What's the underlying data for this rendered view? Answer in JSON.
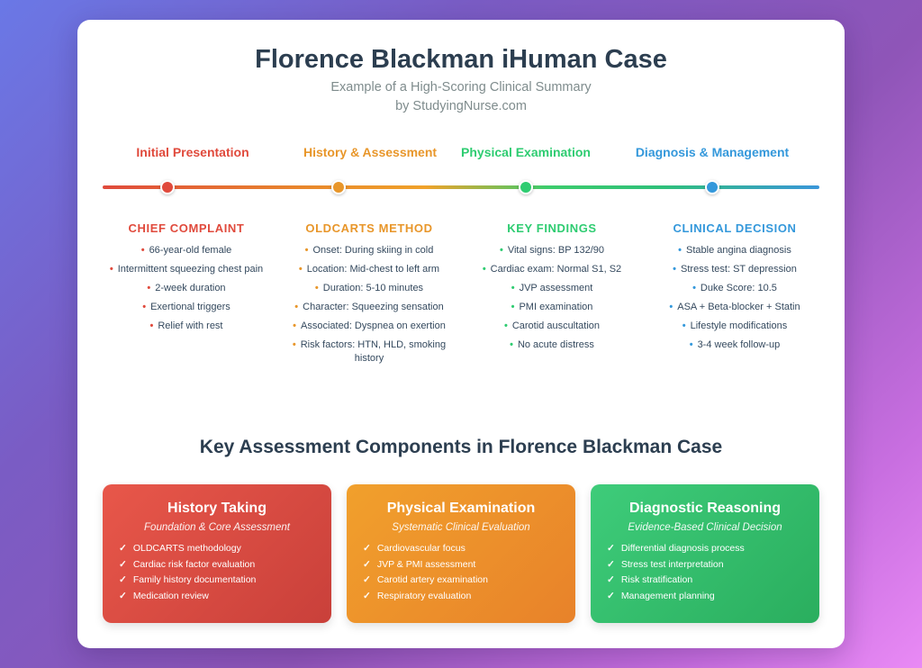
{
  "header": {
    "title": "Florence Blackman iHuman Case",
    "subtitle": "Example of a High-Scoring Clinical Summary",
    "byline": "by StudyingNurse.com"
  },
  "timeline": {
    "phases": [
      {
        "label": "Initial Presentation",
        "color": "#e04a3c"
      },
      {
        "label": "History & Assessment",
        "color": "#e8962a"
      },
      {
        "label": "Physical Examination",
        "color": "#2ecc71"
      },
      {
        "label": "Diagnosis & Management",
        "color": "#3498db"
      }
    ]
  },
  "columns": [
    {
      "heading": "CHIEF COMPLAINT",
      "items": [
        "66-year-old female",
        "Intermittent squeezing chest pain",
        "2-week duration",
        "Exertional triggers",
        "Relief with rest"
      ]
    },
    {
      "heading": "OLDCARTS METHOD",
      "items": [
        "Onset: During skiing in cold",
        "Location: Mid-chest to left arm",
        "Duration: 5-10 minutes",
        "Character: Squeezing sensation",
        "Associated: Dyspnea on exertion",
        "Risk factors: HTN, HLD, smoking history"
      ]
    },
    {
      "heading": "KEY FINDINGS",
      "items": [
        "Vital signs: BP 132/90",
        "Cardiac exam: Normal S1, S2",
        "JVP assessment",
        "PMI examination",
        "Carotid auscultation",
        "No acute distress"
      ]
    },
    {
      "heading": "CLINICAL DECISION",
      "items": [
        "Stable angina diagnosis",
        "Stress test: ST depression",
        "Duke Score: 10.5",
        "ASA + Beta-blocker + Statin",
        "Lifestyle modifications",
        "3-4 week follow-up"
      ]
    }
  ],
  "components": {
    "title": "Key Assessment Components in Florence Blackman Case",
    "cards": [
      {
        "title": "History Taking",
        "subtitle": "Foundation & Core Assessment",
        "color_start": "#e8574a",
        "color_end": "#c9403a",
        "items": [
          "OLDCARTS methodology",
          "Cardiac risk factor evaluation",
          "Family history documentation",
          "Medication review"
        ]
      },
      {
        "title": "Physical Examination",
        "subtitle": "Systematic Clinical Evaluation",
        "color_start": "#f1a02c",
        "color_end": "#e8822a",
        "items": [
          "Cardiovascular focus",
          "JVP & PMI assessment",
          "Carotid artery examination",
          "Respiratory evaluation"
        ]
      },
      {
        "title": "Diagnostic Reasoning",
        "subtitle": "Evidence-Based Clinical Decision",
        "color_start": "#3ecc7a",
        "color_end": "#2aae5e",
        "items": [
          "Differential diagnosis process",
          "Stress test interpretation",
          "Risk stratification",
          "Management planning"
        ]
      }
    ]
  }
}
